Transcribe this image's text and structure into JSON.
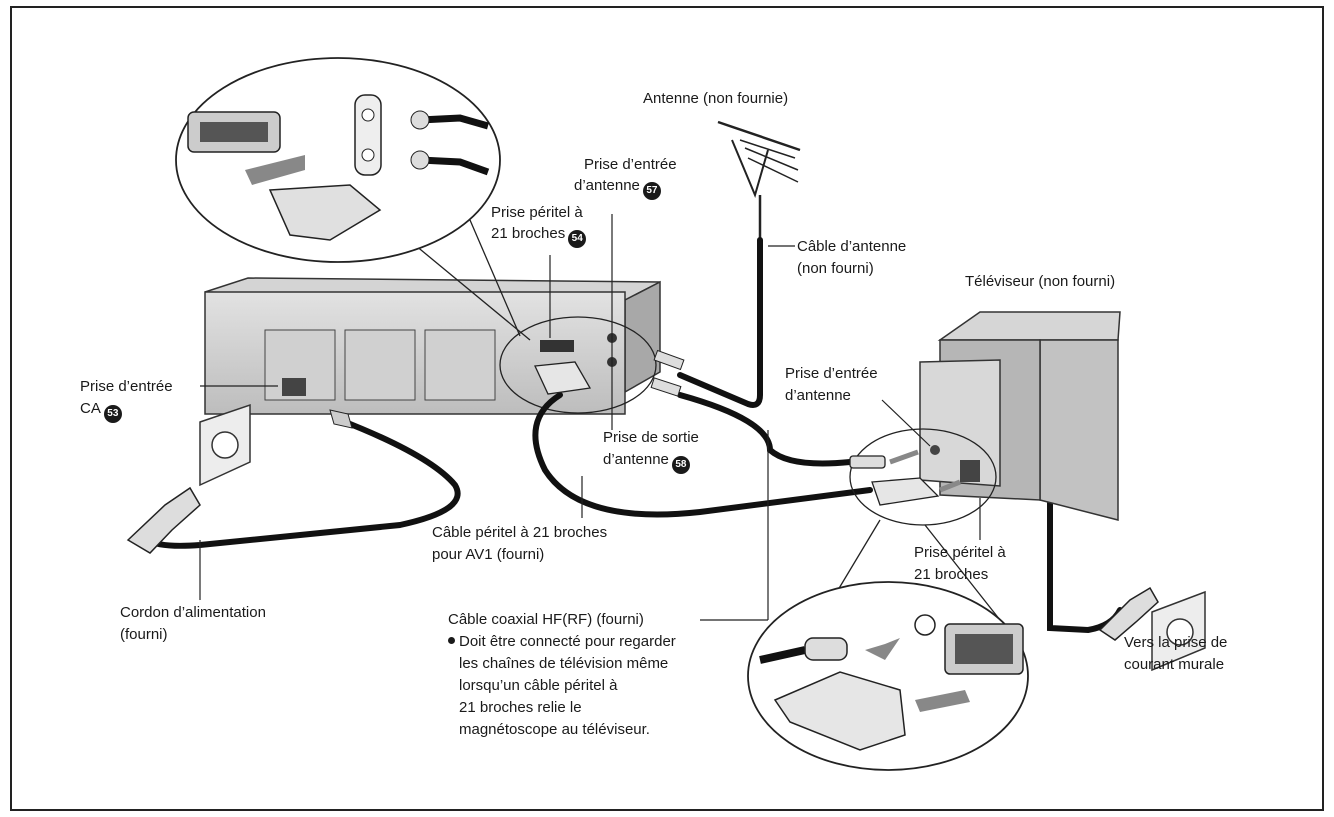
{
  "labels": {
    "antenne": "Antenne (non fournie)",
    "prise_entree_antenne_vcr_l1": "Prise d’entrée",
    "prise_entree_antenne_vcr_l2": "d’antenne",
    "prise_entree_antenne_vcr_num": "57",
    "peritel_vcr_l1": "Prise péritel à",
    "peritel_vcr_l2": "21 broches",
    "peritel_vcr_num": "54",
    "cable_antenne_l1": "Câble d’antenne",
    "cable_antenne_l2": "(non fourni)",
    "televiseur": "Téléviseur (non fourni)",
    "prise_entree_ca_l1": "Prise d’entrée",
    "prise_entree_ca_l2": "CA",
    "prise_entree_ca_num": "53",
    "prise_entree_antenne_tv_l1": "Prise d’entrée",
    "prise_entree_antenne_tv_l2": "d’antenne",
    "prise_sortie_antenne_l1": "Prise de sortie",
    "prise_sortie_antenne_l2": "d’antenne",
    "prise_sortie_antenne_num": "58",
    "cable_peritel_l1": "Câble péritel à 21 broches",
    "cable_peritel_l2": "pour AV1 (fourni)",
    "peritel_tv_l1": "Prise péritel à",
    "peritel_tv_l2": "21 broches",
    "cordon_l1": "Cordon d’alimentation",
    "cordon_l2": "(fourni)",
    "coaxial_title": "Câble coaxial HF(RF) (fourni)",
    "coaxial_note_l1": "Doit être connecté pour regarder",
    "coaxial_note_l2": "les chaînes de télévision même",
    "coaxial_note_l3": "lorsqu’un câble péritel à",
    "coaxial_note_l4": "21 broches relie le",
    "coaxial_note_l5": "magnétoscope au téléviseur.",
    "vers_prise_l1": "Vers la prise de",
    "vers_prise_l2": "courant murale"
  }
}
